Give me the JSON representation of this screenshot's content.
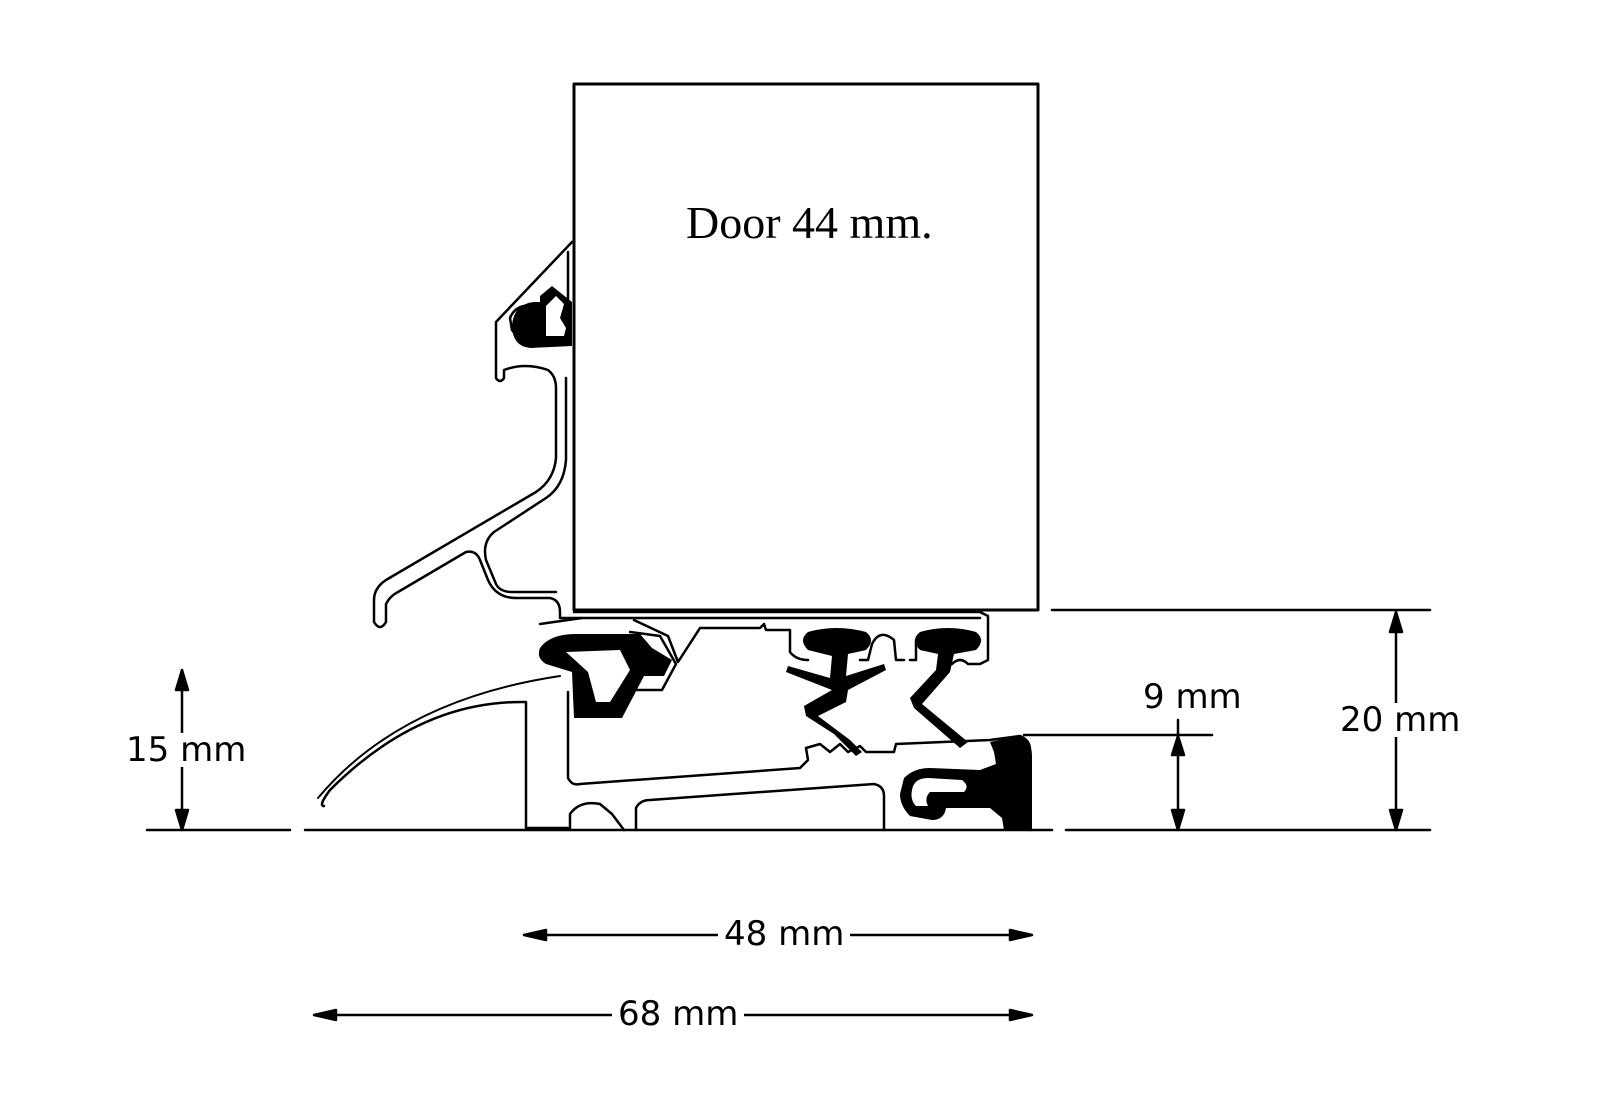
{
  "diagram": {
    "door_label": "Door 44 mm.",
    "dimensions": {
      "ramp_height": "15 mm",
      "seal_height": "9 mm",
      "total_height": "20 mm",
      "inner_width": "48 mm",
      "total_width": "68 mm"
    }
  }
}
